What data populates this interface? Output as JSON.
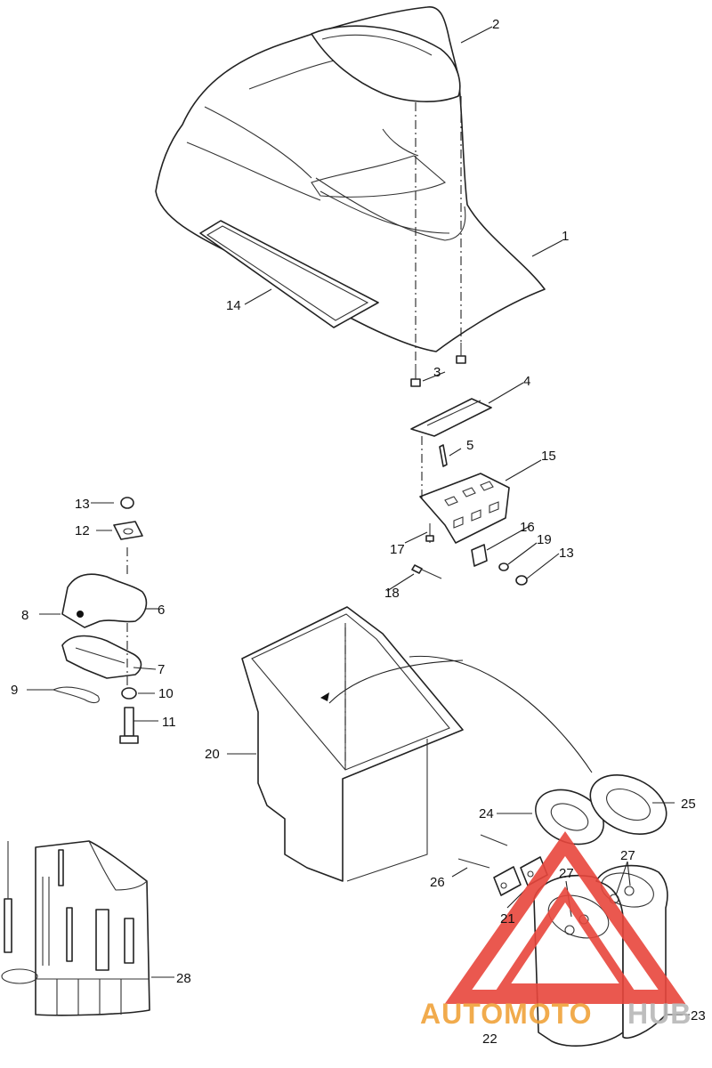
{
  "diagram": {
    "callouts": [
      "1",
      "2",
      "3",
      "4",
      "5",
      "6",
      "7",
      "8",
      "9",
      "10",
      "11",
      "12",
      "13",
      "13",
      "14",
      "15",
      "16",
      "17",
      "18",
      "19",
      "20",
      "21",
      "22",
      "23",
      "24",
      "25",
      "26",
      "27",
      "27",
      "28"
    ]
  },
  "watermark": {
    "text_left": "AUTOMOTO",
    "text_right": "HUB",
    "colors": {
      "triangle": "#e8463c",
      "auto": "#f0a23a",
      "hub": "#b8b8b8"
    }
  }
}
